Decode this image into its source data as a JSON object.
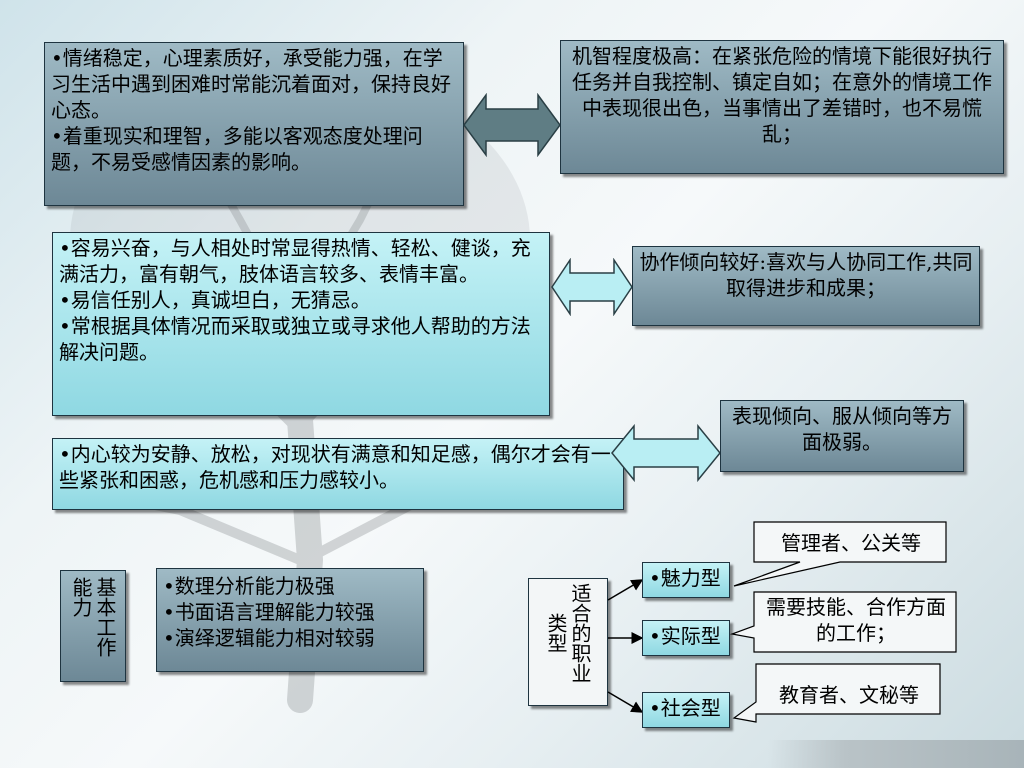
{
  "row1": {
    "left": [
      "•情绪稳定，心理素质好，承受能力强，在学习生活中遇到困难时常能沉着面对，保持良好心态。",
      "•着重现实和理智，多能以客观态度处理问题，不易受感情因素的影响。"
    ],
    "right": "机智程度极高：在紧张危险的情境下能很好执行任务并自我控制、镇定自如；在意外的情境工作中表现很出色，当事情出了差错时，也不易慌乱；"
  },
  "row2": {
    "left": [
      "•容易兴奋，与人相处时常显得热情、轻松、健谈，充满活力，富有朝气，肢体语言较多、表情丰富。",
      "•易信任别人，真诚坦白，无猜忌。",
      "•常根据具体情况而采取或独立或寻求他人帮助的方法解决问题。"
    ],
    "right": "协作倾向较好:喜欢与人协同工作,共同取得进步和成果；"
  },
  "row3": {
    "left": "•内心较为安静、放松，对现状有满意和知足感，偶尔才会有一些紧张和困惑，危机感和压力感较小。",
    "right": "表现倾向、服从倾向等方面极弱。"
  },
  "basic": {
    "label_cols": [
      "基本工作",
      "能力"
    ],
    "items": [
      "•数理分析能力极强",
      "•书面语言理解能力较强",
      "•演绎逻辑能力相对较弱"
    ]
  },
  "career": {
    "label_cols": [
      "适合的职业",
      "类型"
    ],
    "types": [
      "•魅力型",
      "•实际型",
      "•社会型"
    ],
    "callouts": [
      "管理者、公关等",
      "需要技能、合作方面的工作；",
      "教育者、文秘等"
    ]
  },
  "logo_text": ""
}
